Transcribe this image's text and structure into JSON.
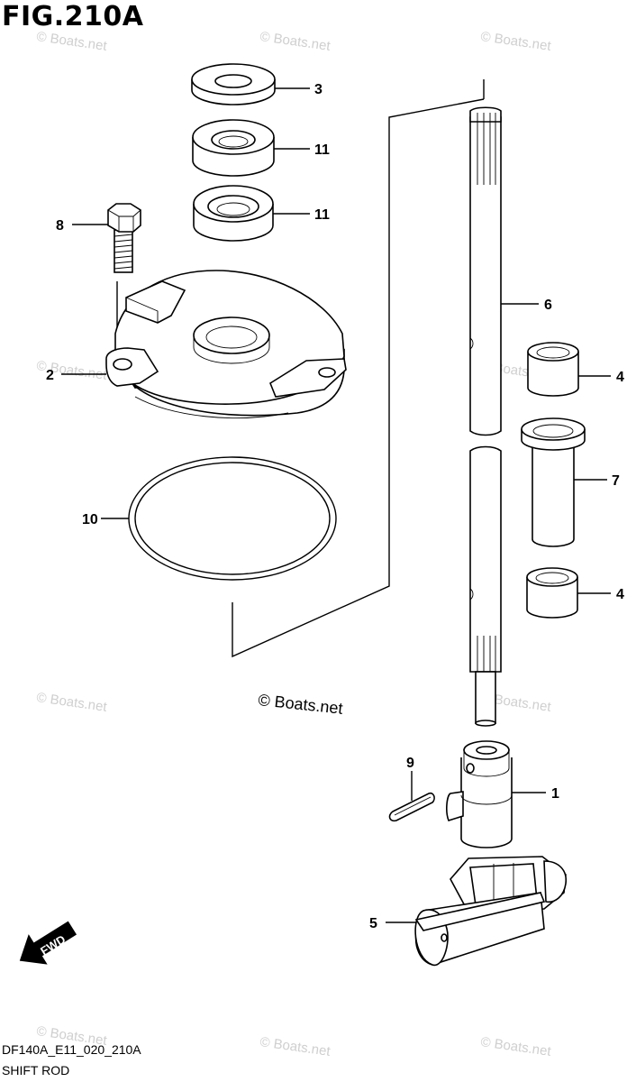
{
  "figure": {
    "title": "FIG.210A",
    "code": "DF140A_E11_020_210A",
    "name": "SHIFT ROD"
  },
  "watermark": "© Boats.net",
  "copyright": "© Boats.net",
  "direction_arrow": "FWD",
  "callouts": [
    {
      "id": "c3",
      "label": "3"
    },
    {
      "id": "c11a",
      "label": "11"
    },
    {
      "id": "c11b",
      "label": "11"
    },
    {
      "id": "c8",
      "label": "8"
    },
    {
      "id": "c2",
      "label": "2"
    },
    {
      "id": "c10",
      "label": "10"
    },
    {
      "id": "c6",
      "label": "6"
    },
    {
      "id": "c4a",
      "label": "4"
    },
    {
      "id": "c7",
      "label": "7"
    },
    {
      "id": "c4b",
      "label": "4"
    },
    {
      "id": "c9",
      "label": "9"
    },
    {
      "id": "c1",
      "label": "1"
    },
    {
      "id": "c5",
      "label": "5"
    }
  ]
}
